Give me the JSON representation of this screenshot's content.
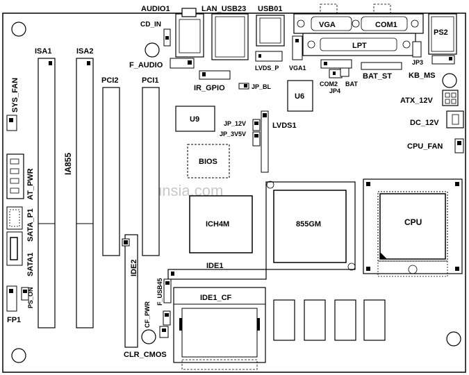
{
  "board": "IA855",
  "watermark": "zunsia.com",
  "labels": {
    "audio1": "AUDIO1",
    "lan_usb23": "LAN_USB23",
    "usb01": "USB01",
    "cd_in": "CD_IN",
    "f_audio": "F_AUDIO",
    "vga": "VGA",
    "com1": "COM1",
    "ps2": "PS2",
    "lpt": "LPT",
    "lvds_p": "LVDS_P",
    "vga1": "VGA1",
    "jp3": "JP3",
    "kb_ms": "KB_MS",
    "com2": "COM2",
    "bat": "BAT",
    "bat_st": "BAT_ST",
    "jp4": "JP4",
    "isa1": "ISA1",
    "isa2": "ISA2",
    "pci2": "PCI2",
    "pci1": "PCI1",
    "ir_gpio": "IR_GPIO",
    "jp_bl": "JP_BL",
    "u6": "U6",
    "atx_12v": "ATX_12V",
    "dc_12v": "DC_12V",
    "cpu_fan": "CPU_FAN",
    "sys_fan": "SYS_FAN",
    "u9": "U9",
    "jp_12v": "JP_12V",
    "jp_3v5v": "JP_3V5V",
    "lvds1": "LVDS1",
    "bios": "BIOS",
    "at_pwr": "AT_PWR",
    "sata_p1": "SATA_P1",
    "sata1": "SATA1",
    "ich4m": "ICH4M",
    "chip_855gm": "855GM",
    "cpu": "CPU",
    "ide2": "IDE2",
    "ide1": "IDE1",
    "f_usb45": "F_USB45",
    "cf_pwr": "CF_PWR",
    "ide1_cf": "IDE1_CF",
    "ps_on": "PS_ON",
    "fp1": "FP1",
    "clr_cmos": "CLR_CMOS"
  }
}
